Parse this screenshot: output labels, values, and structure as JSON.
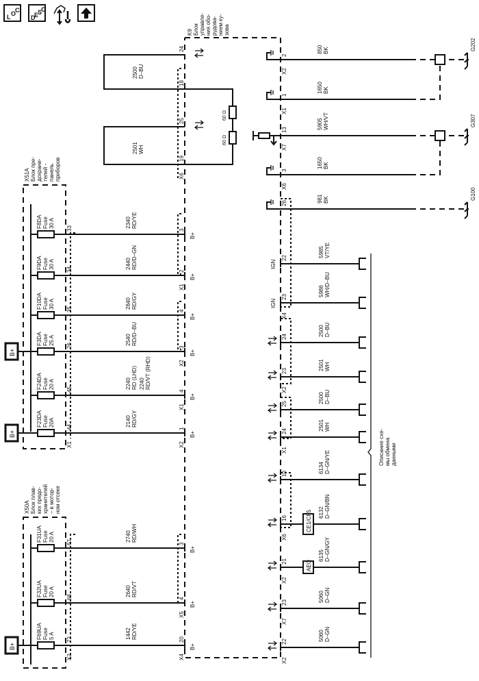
{
  "toolbar": {
    "loc": {
      "l": "L",
      "o": "O",
      "c": "C"
    },
    "desc": {
      "d": "D",
      "e": "E",
      "s": "S",
      "c": "C"
    },
    "icons": [
      "loc-icon",
      "desc-icon",
      "connector-repair-icon",
      "up-arrow-icon"
    ]
  },
  "labels": {
    "bplus": "B+",
    "ign": "IGN",
    "x50a": [
      "X50A",
      "Блок плав-",
      "ких предо-",
      "хранителей",
      "– в мотор-",
      "ном отсеке"
    ],
    "x51a": [
      "X51A",
      "Блок пре-",
      "дохрани-",
      "телей -",
      "панель",
      "приборов"
    ],
    "k9": [
      "K9",
      "Блок",
      "управле-",
      "ния обо-",
      "рудова-",
      "нием ку-",
      "зова"
    ],
    "data_desc": [
      "Описание схе-",
      "мы обмена",
      "данными"
    ],
    "res1": "60 Ω",
    "res2": "60 Ω",
    "g202": "G202",
    "g307": "G307",
    "g100": "G100",
    "ce1cf5": "CE1/CF5",
    "aeo": "AEO"
  },
  "fuses": [
    {
      "name": "F69UA",
      "type": "Fuse",
      "rating": "5 A",
      "pin": "72",
      "wire": "1442",
      "color": "RD/YE",
      "k9_conn": "X4",
      "k9_pin": "20",
      "fb_conn": "X2"
    },
    {
      "name": "F32UA",
      "type": "Fuse",
      "rating": "20 A",
      "pin": "68",
      "wire": "2640",
      "color": "RD/VT",
      "k9_conn": "X5",
      "k9_pin": "4",
      "fb_conn": ""
    },
    {
      "name": "F31UA",
      "type": "Fuse",
      "rating": "20 A",
      "pin": "67",
      "wire": "2740",
      "color": "RD/WH",
      "k9_conn": "",
      "k9_pin": "3",
      "fb_conn": ""
    },
    {
      "name": "F23DA",
      "type": "Fuse",
      "rating": "20A",
      "pin": "44",
      "wire": "2140",
      "color": "RD/GY",
      "k9_conn": "X2",
      "k9_pin": "1",
      "fb_conn": "X1"
    },
    {
      "name": "F24DA",
      "type": "Fuse",
      "rating": "20 A",
      "pin": "45",
      "wire": "2240",
      "color": "RD (LHD)",
      "color2_wire": "2240",
      "color2": "RD/VT (RHD)",
      "k9_conn": "X1",
      "k9_pin": "4",
      "fb_conn": ""
    },
    {
      "name": "F3DA",
      "type": "Fuse",
      "rating": "25 A",
      "pin": "26",
      "wire": "2540",
      "color": "RD/D–BU",
      "k9_conn": "X2",
      "k9_pin": "3",
      "fb_conn": ""
    },
    {
      "name": "F10DA",
      "type": "Fuse",
      "rating": "30 A",
      "pin": "35",
      "wire": "2840",
      "color": "RD/GY",
      "k9_conn": "",
      "k9_pin": "4",
      "fb_conn": ""
    },
    {
      "name": "F9DA",
      "type": "Fuse",
      "rating": "30 A",
      "pin": "34",
      "wire": "2440",
      "color": "RD/D–GN",
      "k9_conn": "X1",
      "k9_pin": "2",
      "fb_conn": ""
    },
    {
      "name": "F8DA",
      "type": "Fuse",
      "rating": "30 A",
      "pin": "33",
      "wire": "2340",
      "color": "RD/YE",
      "k9_conn": "",
      "k9_pin": "3",
      "fb_conn": ""
    }
  ],
  "can_loop": [
    {
      "wire": "2501",
      "color": "WH",
      "pin_a": "19",
      "pin_b": "25",
      "conn": "X6"
    },
    {
      "wire": "2500",
      "color": "D–BU",
      "pin_a": "18",
      "pin_b": "24",
      "conn": ""
    }
  ],
  "grounds": [
    {
      "pin": "2",
      "conn": "X2",
      "wire": "850",
      "color": "BK"
    },
    {
      "pin": "1",
      "conn": "X1",
      "wire": "1650",
      "color": "BK"
    },
    {
      "pin": "13",
      "conn": "X7",
      "wire": "5905",
      "color": "WH/VT"
    },
    {
      "pin": "3",
      "conn": "X6",
      "wire": "1650",
      "color": "BK"
    },
    {
      "pin": "26",
      "conn": "",
      "wire": "981",
      "color": "BK"
    }
  ],
  "data_lines": [
    {
      "pin": "22",
      "conn": "",
      "wire": "5985",
      "color": "VT/YE",
      "ign": true
    },
    {
      "pin": "23",
      "conn": "X4",
      "wire": "5986",
      "color": "WH/D–BU",
      "ign": true
    },
    {
      "pin": "24",
      "conn": "",
      "wire": "2500",
      "color": "D–BU"
    },
    {
      "pin": "23",
      "conn": "X2",
      "wire": "2501",
      "color": "WH"
    },
    {
      "pin": "25",
      "conn": "",
      "wire": "2500",
      "color": "D–BU"
    },
    {
      "pin": "24",
      "conn": "X1",
      "wire": "2501",
      "color": "WH"
    },
    {
      "pin": "10",
      "conn": "",
      "wire": "6134",
      "color": "D–GN/YE"
    },
    {
      "pin": "16",
      "conn": "X6",
      "wire": "6132",
      "color": "D–GN/BN",
      "box": "CE1/CF5"
    },
    {
      "pin": "21",
      "conn": "X2",
      "wire": "6135",
      "color": "D–GN/GY",
      "box": "AEO"
    },
    {
      "pin": "23",
      "conn": "X7",
      "wire": "5060",
      "color": "D–GN"
    },
    {
      "pin": "22",
      "conn": "X2",
      "wire": "5060",
      "color": "D–GN"
    }
  ]
}
